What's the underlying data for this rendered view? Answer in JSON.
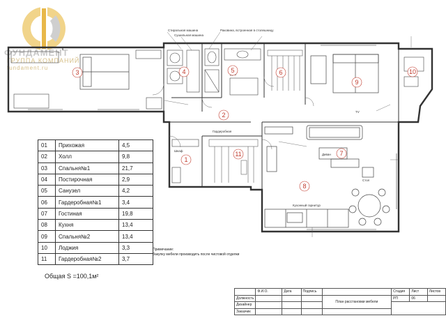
{
  "logo": {
    "line1": "ФУНДАМЕНТ",
    "line2": "ГРУППА КОМПАНИЙ",
    "line3": "fundament.ru"
  },
  "rooms_table": [
    {
      "num": "01",
      "name": "Прихожая",
      "area": "4,5"
    },
    {
      "num": "02",
      "name": "Холл",
      "area": "9,8"
    },
    {
      "num": "03",
      "name": "Спальня№1",
      "area": "21,7"
    },
    {
      "num": "04",
      "name": "Постирочная",
      "area": "2,9"
    },
    {
      "num": "05",
      "name": "Санузел",
      "area": "4,2"
    },
    {
      "num": "06",
      "name": "Гардеробная№1",
      "area": "3,4"
    },
    {
      "num": "07",
      "name": "Гостиная",
      "area": "19,8"
    },
    {
      "num": "08",
      "name": "Кухня",
      "area": "13,4"
    },
    {
      "num": "09",
      "name": "Спальня№2",
      "area": "13,4"
    },
    {
      "num": "10",
      "name": "Лоджия",
      "area": "3,3"
    },
    {
      "num": "11",
      "name": "Гардеробная№2",
      "area": "3,7"
    }
  ],
  "total_area": "Общая S =100,1м²",
  "note": {
    "title": "Примечание:",
    "text": "Закупку мебели производить после чистовой отделки"
  },
  "room_markers": [
    "1",
    "2",
    "3",
    "4",
    "5",
    "6",
    "7",
    "8",
    "9",
    "10",
    "11"
  ],
  "plan_labels": {
    "washer": "Стиральная машина",
    "dryer": "Сушильная машина",
    "sink_counter": "Раковина, встроенная в столешницу",
    "shower": "Душ",
    "cabinet": "Шкаф",
    "wardrobe": "Гардеробная",
    "sofa": "Диван",
    "tv": "TV",
    "table": "Стол",
    "kitchen": "Кухонный гарнитур"
  },
  "stamp": {
    "left_rows": [
      "Должность",
      "Дизайнер",
      "Заказчик"
    ],
    "left_headers": [
      "Ф.И.О.",
      "Дата",
      "Подпись"
    ],
    "sheet_title": "План расстановки мебели",
    "right_headers": [
      "Стадия",
      "Лист",
      "Листов"
    ],
    "stage": "РП",
    "sheet": "06",
    "sheets": ""
  },
  "colors": {
    "room_number": "#c0392b",
    "logo_gold": "#e8b84a",
    "logo_gray": "#c8c8c8"
  }
}
